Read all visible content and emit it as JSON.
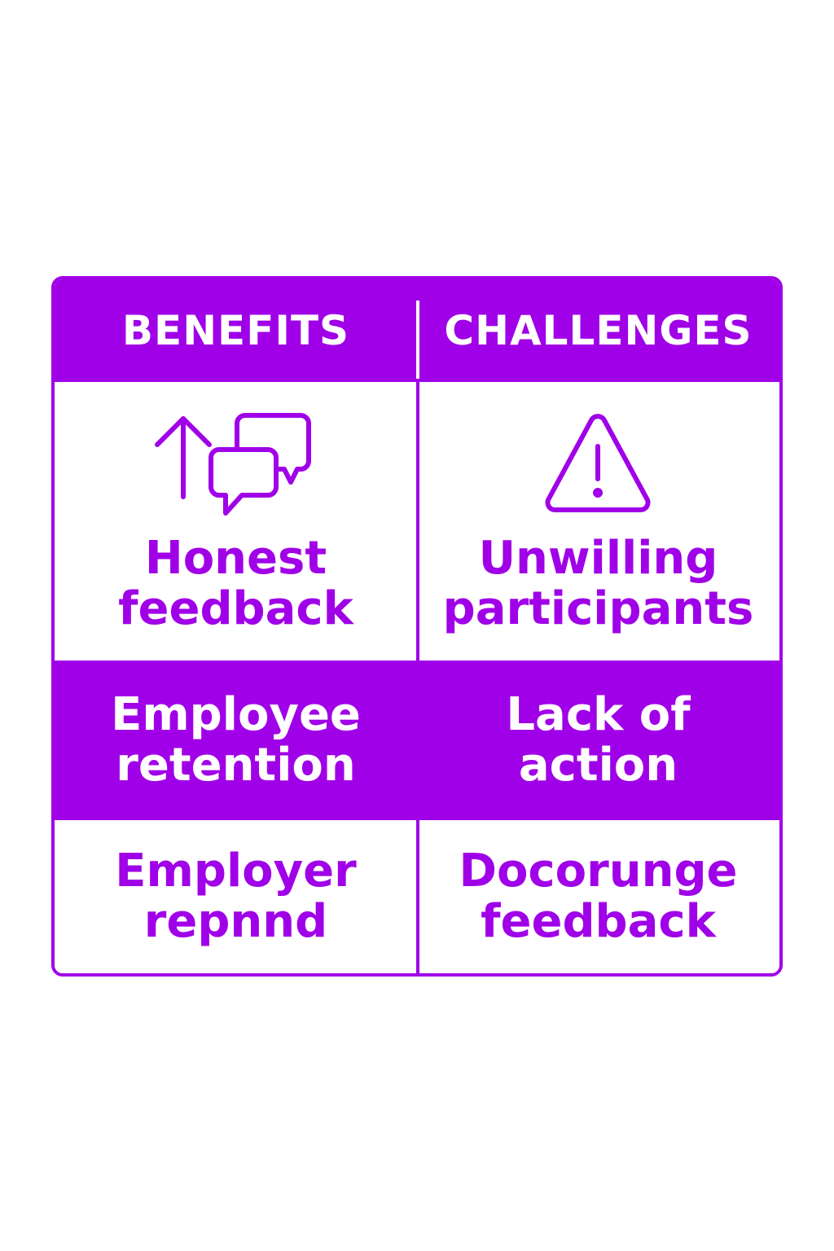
{
  "table": {
    "header": {
      "left": "BENEFITS",
      "right": "CHALLENGES"
    },
    "rows": [
      {
        "left": {
          "text": "Honest\nfeedback",
          "icon": "arrow-up-chat-bubbles-icon"
        },
        "right": {
          "text": "Unwilling\nparticipants",
          "icon": "warning-triangle-icon"
        }
      },
      {
        "left": {
          "text": "Employee\nretention"
        },
        "right": {
          "text": "Lack of\naction"
        }
      },
      {
        "left": {
          "text": "Employer\nrepnnd"
        },
        "right": {
          "text": "Docorunge\n feedback"
        }
      }
    ]
  },
  "colors": {
    "accent": "#a000e8",
    "background": "#ffffff"
  }
}
